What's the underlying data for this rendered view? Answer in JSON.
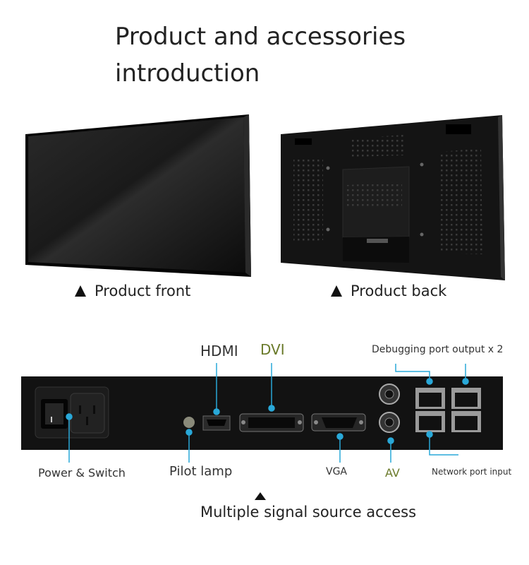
{
  "title": {
    "line1": "Product and accessories",
    "line2": "introduction"
  },
  "captions": {
    "front": "Product front",
    "back": "Product back",
    "bottom": "Multiple signal source access"
  },
  "ports": {
    "hdmi": "HDMI",
    "dvi": "DVI",
    "debug": "Debugging port output x 2",
    "power": "Power & Switch",
    "pilot": "Pilot lamp",
    "vga": "VGA",
    "av": "AV",
    "network": "Network port input"
  },
  "colors": {
    "callout": "#29a8d8",
    "panel": "#111111",
    "dvi_label": "#6a7a2a",
    "av_label": "#6a7a2a"
  }
}
